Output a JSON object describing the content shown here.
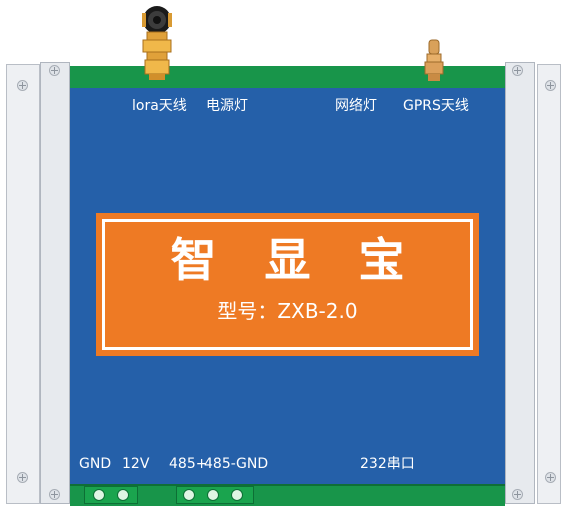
{
  "device": {
    "top_labels": {
      "lora_antenna": "lora天线",
      "power_light": "电源灯",
      "network_light": "网络灯",
      "gprs_antenna": "GPRS天线"
    },
    "product_name": "智 显 宝",
    "model_label": "型号：ZXB-2.0",
    "bottom_labels": {
      "gnd_1": "GND",
      "v12": "12V",
      "rs485_plus": "485+",
      "rs485_minus": "485-",
      "gnd_2": "GND",
      "serial_232": "232串口"
    },
    "colors": {
      "panel_blue": "#2560a9",
      "name_plate_orange": "#ee7a24",
      "pcb_green": "#18954a",
      "antenna_gold": "#e0a13a",
      "rail_gray": "#eef0f3"
    }
  }
}
